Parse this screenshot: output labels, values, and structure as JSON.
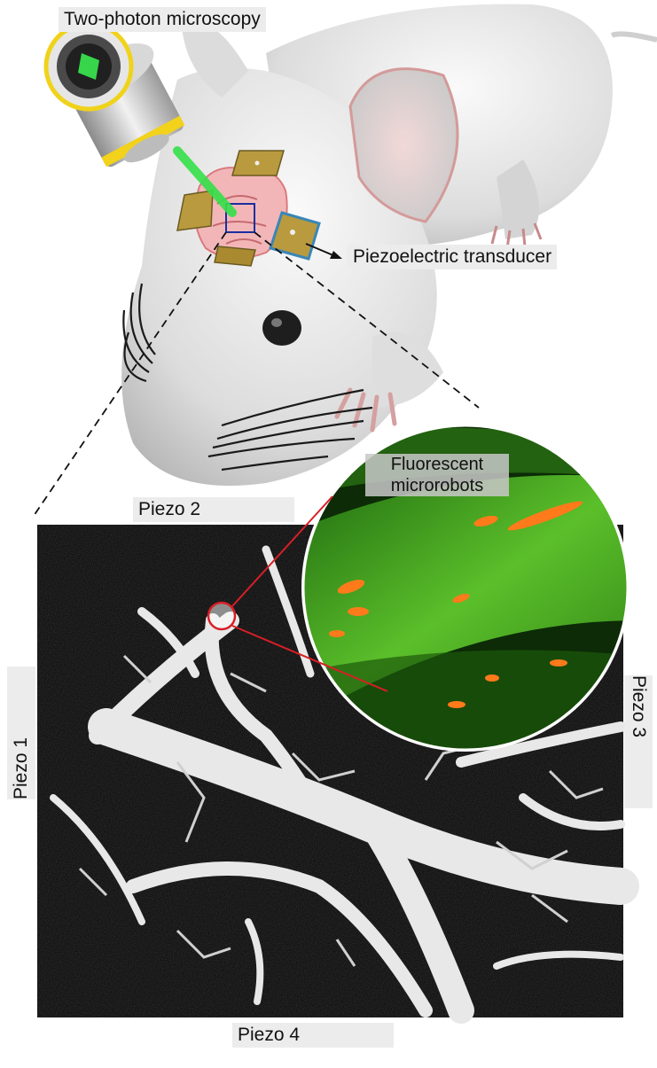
{
  "labels": {
    "microscope": "Two-photon microscopy",
    "transducer": "Piezoelectric transducer",
    "fluorescent": "Fluorescent microrobots",
    "piezo1": "Piezo 1",
    "piezo2": "Piezo 2",
    "piezo3": "Piezo 3",
    "piezo4": "Piezo 4"
  },
  "icons": {
    "objective": "microscope-objective-icon",
    "mouse": "mouse-illustration",
    "piezo": "piezo-chip-icon"
  },
  "colors": {
    "laser": "#35e04a",
    "vessel": "#e8e8e8",
    "background_image": "#0d0d0d",
    "zoom_green": "#3fa51c",
    "robot_orange": "#ff7a1a",
    "callout_red": "#d81f26",
    "piezo_gold": "#b99a3e"
  }
}
